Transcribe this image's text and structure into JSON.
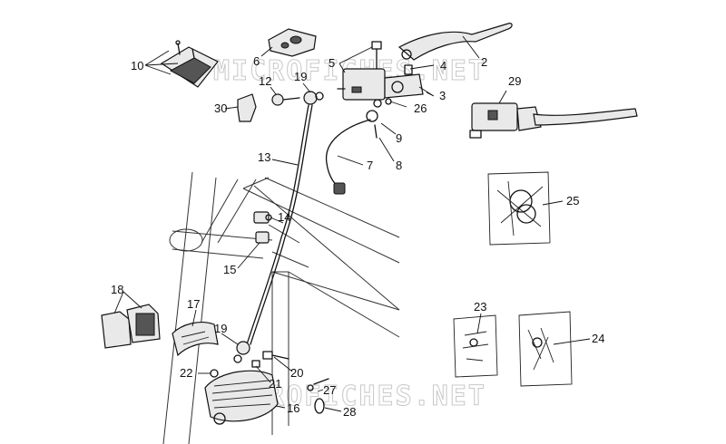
{
  "watermarks": [
    "MICROFICHES.NET",
    "MICROFICHES.NET"
  ],
  "callouts": [
    "10",
    "6",
    "5",
    "4",
    "2",
    "19",
    "12",
    "30",
    "29",
    "3",
    "26",
    "9",
    "7",
    "8",
    "13",
    "14",
    "25",
    "15",
    "18",
    "17",
    "23",
    "24",
    "19",
    "22",
    "21",
    "20",
    "27",
    "16",
    "28"
  ]
}
